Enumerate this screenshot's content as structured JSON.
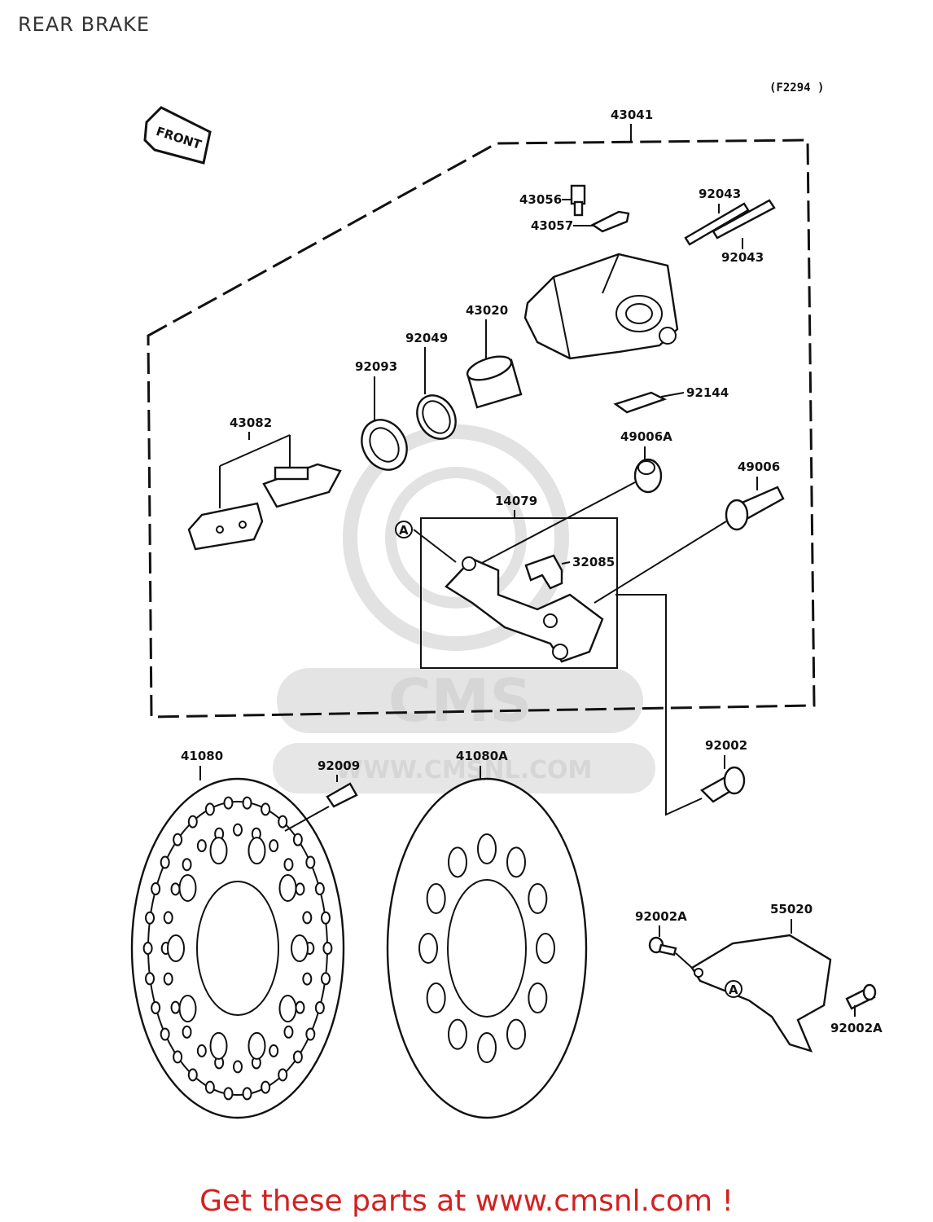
{
  "page": {
    "title": "REAR BRAKE",
    "figure_code": "(F2294 )",
    "direction_label": "FRONT",
    "footer": "Get these parts at www.cmsnl.com !"
  },
  "watermark": {
    "logo_text": "CMS",
    "url_text": "WWW.CMSNL.COM"
  },
  "reference_marker": "A",
  "parts": {
    "p43041": "43041",
    "p43056": "43056",
    "p43057": "43057",
    "p92043a": "92043",
    "p92043b": "92043",
    "p43020": "43020",
    "p92049": "92049",
    "p92093": "92093",
    "p92144": "92144",
    "p43082": "43082",
    "p49006A": "49006A",
    "p49006": "49006",
    "p14079": "14079",
    "p32085": "32085",
    "p41080": "41080",
    "p92009": "92009",
    "p41080A": "41080A",
    "p92002": "92002",
    "p92002Aa": "92002A",
    "p55020": "55020",
    "p92002Ab": "92002A"
  }
}
